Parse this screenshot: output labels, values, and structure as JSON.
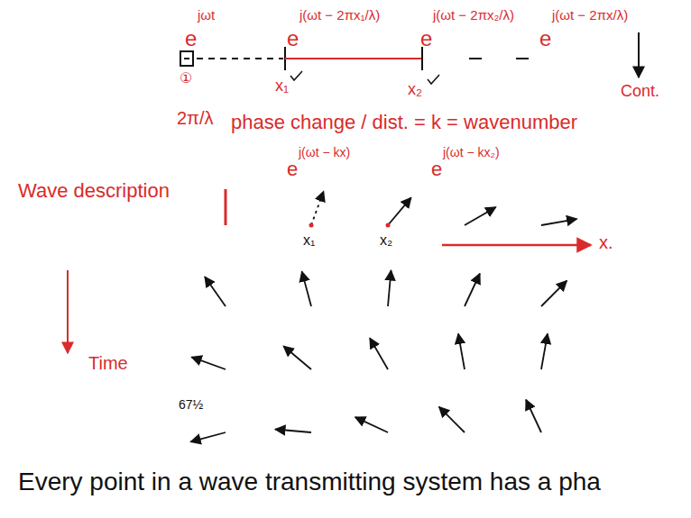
{
  "diagram": {
    "labels": [
      "e",
      "jωt",
      "e",
      "j(ωt − 2πx₁/λ)",
      "e",
      "j(ωt − 2πx₂/λ)",
      "e",
      "j(ωt − 2πx/λ)",
      "①",
      "x₁",
      "x₂",
      "Cont.",
      "2π/λ",
      "phase change / dist. = k = wavenumber",
      "e",
      "j(ωt − kx)",
      "e",
      "j(ωt − kx₂)",
      "Wave description",
      "x₁",
      "x₂",
      "x.",
      "Time",
      "67½",
      "Every point in a wave transmitting system has a pha"
    ]
  }
}
